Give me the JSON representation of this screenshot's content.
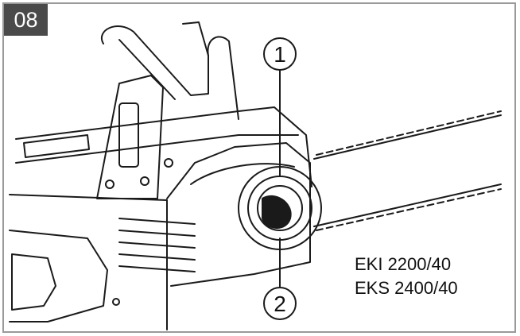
{
  "figure": {
    "step_number": "08",
    "callouts": [
      {
        "label": "1"
      },
      {
        "label": "2"
      }
    ],
    "models": [
      "EKI 2200/40",
      "EKS 2400/40"
    ],
    "colors": {
      "line": "#1a1a1a",
      "badge": "#4a4a4a",
      "frame": "#9a9a9a"
    }
  }
}
